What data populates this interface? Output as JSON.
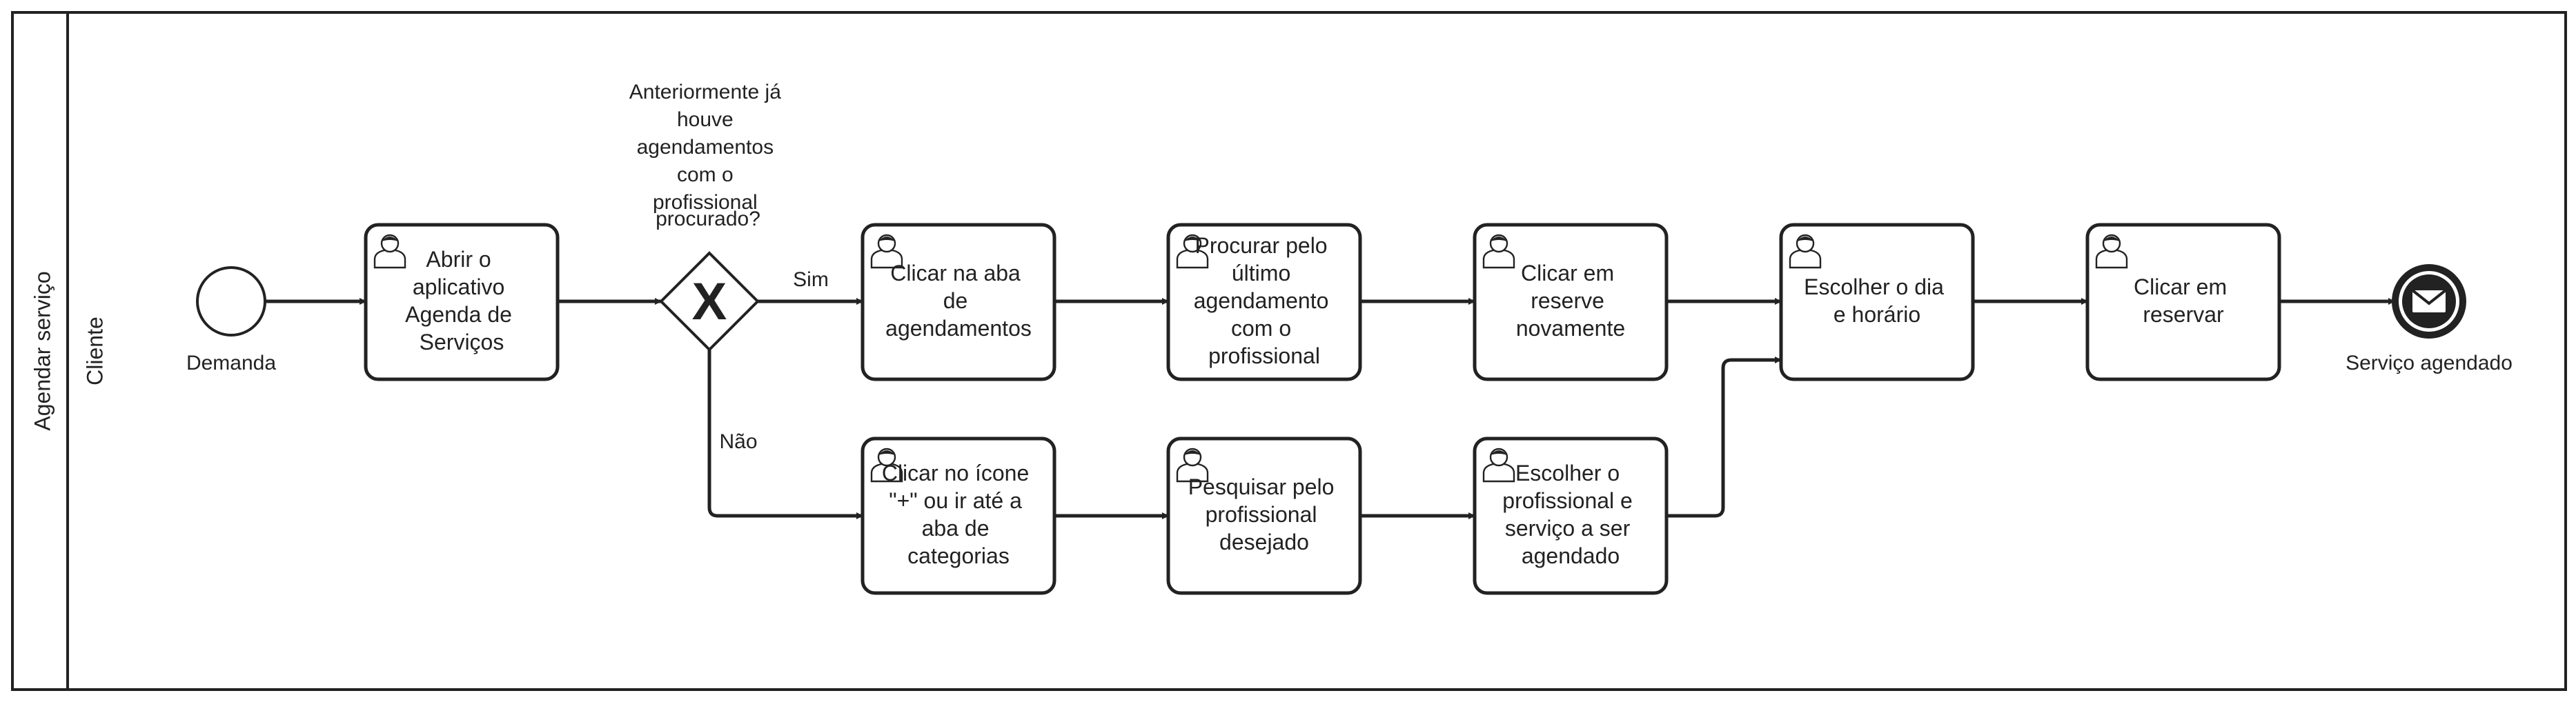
{
  "pool": {
    "label": "Agendar serviço"
  },
  "lane": {
    "label": "Cliente"
  },
  "start_event": {
    "label": "Demanda"
  },
  "end_event": {
    "label": "Serviço agendado",
    "icon": "envelope-icon"
  },
  "gateway": {
    "symbol": "X",
    "question": [
      "Anteriormente já",
      "houve",
      "agendamentos",
      "com o",
      "profissional",
      "procurado?"
    ],
    "yes_label": "Sim",
    "no_label": "Não"
  },
  "tasks": [
    {
      "id": "t1",
      "lines": [
        "Abrir o",
        "aplicativo",
        "Agenda de",
        "Serviços"
      ],
      "icon": "user-icon"
    },
    {
      "id": "t2",
      "lines": [
        "Clicar na aba",
        "de",
        "agendamentos"
      ],
      "icon": "user-icon"
    },
    {
      "id": "t3",
      "lines": [
        "Procurar pelo",
        "último",
        "agendamento",
        "com o",
        "profissional"
      ],
      "icon": "user-icon"
    },
    {
      "id": "t4",
      "lines": [
        "Clicar em",
        "reserve",
        "novamente"
      ],
      "icon": "user-icon"
    },
    {
      "id": "t5",
      "lines": [
        "Escolher o dia",
        "e horário"
      ],
      "icon": "user-icon"
    },
    {
      "id": "t6",
      "lines": [
        "Clicar em",
        "reservar"
      ],
      "icon": "user-icon"
    },
    {
      "id": "t7",
      "lines": [
        "Clicar no ícone",
        "\"+\" ou ir até a",
        "aba de",
        "categorias"
      ],
      "icon": "user-icon"
    },
    {
      "id": "t8",
      "lines": [
        "Pesquisar pelo",
        "profissional",
        "desejado"
      ],
      "icon": "user-icon"
    },
    {
      "id": "t9",
      "lines": [
        "Escolher o",
        "profissional e",
        "serviço a ser",
        "agendado"
      ],
      "icon": "user-icon"
    }
  ]
}
